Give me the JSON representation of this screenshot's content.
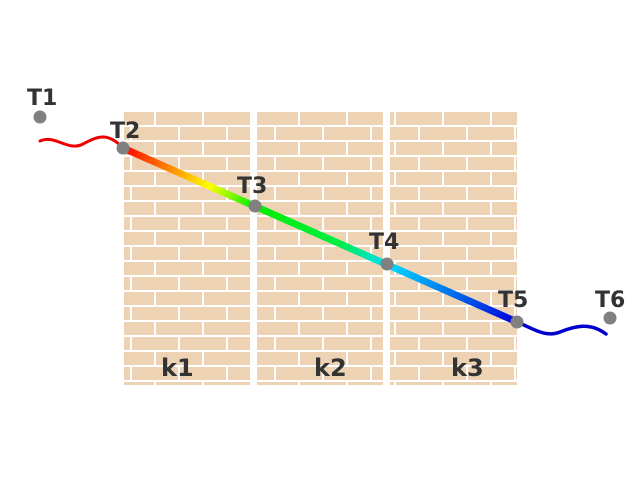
{
  "points": [
    {
      "id": "t1",
      "label": "T1"
    },
    {
      "id": "t2",
      "label": "T2"
    },
    {
      "id": "t3",
      "label": "T3"
    },
    {
      "id": "t4",
      "label": "T4"
    },
    {
      "id": "t5",
      "label": "T5"
    },
    {
      "id": "t6",
      "label": "T6"
    }
  ],
  "layers": [
    {
      "id": "k1",
      "label": "k1"
    },
    {
      "id": "k2",
      "label": "k2"
    },
    {
      "id": "k3",
      "label": "k3"
    }
  ],
  "colors": {
    "brick": "#edd3b3",
    "mortar": "#ffffff",
    "point": "#808080",
    "text": "#333333",
    "hot": "#ee0000",
    "cold": "#0000cc",
    "gradient": [
      "#ff0000",
      "#ffff00",
      "#00ee00",
      "#00ddff",
      "#0000dd"
    ]
  }
}
